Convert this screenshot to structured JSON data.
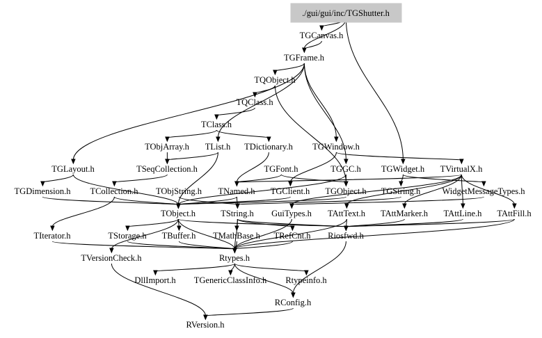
{
  "nodes": {
    "TGShutter": "./gui/gui/inc/TGShutter.h",
    "TGCanvas": "TGCanvas.h",
    "TGFrame": "TGFrame.h",
    "TQObject": "TQObject.h",
    "TQClass": "TQClass.h",
    "TClass": "TClass.h",
    "TObjArray": "TObjArray.h",
    "TList": "TList.h",
    "TDictionary": "TDictionary.h",
    "TGWindow": "TGWindow.h",
    "TGLayout": "TGLayout.h",
    "TSeqCollection": "TSeqCollection.h",
    "TGFont": "TGFont.h",
    "TGGC": "TGGC.h",
    "TGWidget": "TGWidget.h",
    "TVirtualX": "TVirtualX.h",
    "TGDimension": "TGDimension.h",
    "TCollection": "TCollection.h",
    "TObjString": "TObjString.h",
    "TNamed": "TNamed.h",
    "TGClient": "TGClient.h",
    "TGObject": "TGObject.h",
    "TGString": "TGString.h",
    "WidgetMessageTypes": "WidgetMessageTypes.h",
    "TObject": "TObject.h",
    "TString": "TString.h",
    "GuiTypes": "GuiTypes.h",
    "TAttText": "TAttText.h",
    "TAttMarker": "TAttMarker.h",
    "TAttLine": "TAttLine.h",
    "TAttFill": "TAttFill.h",
    "TIterator": "TIterator.h",
    "TStorage": "TStorage.h",
    "TBuffer": "TBuffer.h",
    "TMathBase": "TMathBase.h",
    "TRefCnt": "TRefCnt.h",
    "Riosfwd": "Riosfwd.h",
    "TVersionCheck": "TVersionCheck.h",
    "Rtypes": "Rtypes.h",
    "DllImport": "DllImport.h",
    "TGenericClassInfo": "TGenericClassInfo.h",
    "Rtypeinfo": "Rtypeinfo.h",
    "RConfig": "RConfig.h",
    "RVersion": "RVersion.h"
  },
  "edges": [
    [
      "TGShutter",
      "TGCanvas"
    ],
    [
      "TGShutter",
      "TGFrame"
    ],
    [
      "TGShutter",
      "TGWidget"
    ],
    [
      "TGCanvas",
      "TGFrame"
    ],
    [
      "TGFrame",
      "TQObject"
    ],
    [
      "TGFrame",
      "TGLayout"
    ],
    [
      "TGFrame",
      "TList"
    ],
    [
      "TGFrame",
      "TGWindow"
    ],
    [
      "TGFrame",
      "TGGC"
    ],
    [
      "TQObject",
      "TQClass"
    ],
    [
      "TQObject",
      "TGObject"
    ],
    [
      "TQClass",
      "TClass"
    ],
    [
      "TClass",
      "TObjArray"
    ],
    [
      "TClass",
      "TDictionary"
    ],
    [
      "TObjArray",
      "TSeqCollection"
    ],
    [
      "TList",
      "TSeqCollection"
    ],
    [
      "TList",
      "TObject"
    ],
    [
      "TDictionary",
      "TNamed"
    ],
    [
      "TGWindow",
      "TGClient"
    ],
    [
      "TGWindow",
      "TVirtualX"
    ],
    [
      "TGLayout",
      "TGDimension"
    ],
    [
      "TGLayout",
      "TObject"
    ],
    [
      "TSeqCollection",
      "TCollection"
    ],
    [
      "TGFont",
      "TNamed"
    ],
    [
      "TGFont",
      "TGObject"
    ],
    [
      "TGGC",
      "TGObject"
    ],
    [
      "TGGC",
      "TObject"
    ],
    [
      "TGWidget",
      "TGString"
    ],
    [
      "TGWidget",
      "WidgetMessageTypes"
    ],
    [
      "TVirtualX",
      "TNamed"
    ],
    [
      "TVirtualX",
      "GuiTypes"
    ],
    [
      "TVirtualX",
      "TAttText"
    ],
    [
      "TVirtualX",
      "TAttMarker"
    ],
    [
      "TVirtualX",
      "TAttLine"
    ],
    [
      "TVirtualX",
      "TAttFill"
    ],
    [
      "TGDimension",
      "TObject"
    ],
    [
      "TCollection",
      "TObject"
    ],
    [
      "TCollection",
      "TIterator"
    ],
    [
      "TObjString",
      "TString"
    ],
    [
      "TNamed",
      "TObject"
    ],
    [
      "TNamed",
      "TString"
    ],
    [
      "TGClient",
      "TObject"
    ],
    [
      "TGObject",
      "TObject"
    ],
    [
      "TGString",
      "TString"
    ],
    [
      "WidgetMessageTypes",
      "GuiTypes"
    ],
    [
      "TObject",
      "TStorage"
    ],
    [
      "TObject",
      "TBuffer"
    ],
    [
      "TObject",
      "Riosfwd"
    ],
    [
      "TObject",
      "TVersionCheck"
    ],
    [
      "TObject",
      "Rtypes"
    ],
    [
      "TString",
      "TMathBase"
    ],
    [
      "TString",
      "TRefCnt"
    ],
    [
      "TString",
      "Riosfwd"
    ],
    [
      "TString",
      "Rtypes"
    ],
    [
      "GuiTypes",
      "Rtypes"
    ],
    [
      "TAttText",
      "Riosfwd"
    ],
    [
      "TAttText",
      "Rtypes"
    ],
    [
      "TAttMarker",
      "Riosfwd"
    ],
    [
      "TAttLine",
      "Riosfwd"
    ],
    [
      "TAttFill",
      "Riosfwd"
    ],
    [
      "TAttFill",
      "Rtypes"
    ],
    [
      "TIterator",
      "Rtypes"
    ],
    [
      "TStorage",
      "Rtypes"
    ],
    [
      "TBuffer",
      "Rtypes"
    ],
    [
      "TMathBase",
      "Rtypes"
    ],
    [
      "TRefCnt",
      "Rtypes"
    ],
    [
      "TVersionCheck",
      "RVersion"
    ],
    [
      "Riosfwd",
      "RConfig"
    ],
    [
      "Rtypes",
      "DllImport"
    ],
    [
      "Rtypes",
      "TGenericClassInfo"
    ],
    [
      "Rtypes",
      "Rtypeinfo"
    ],
    [
      "Rtypes",
      "RConfig"
    ],
    [
      "RConfig",
      "RVersion"
    ]
  ]
}
